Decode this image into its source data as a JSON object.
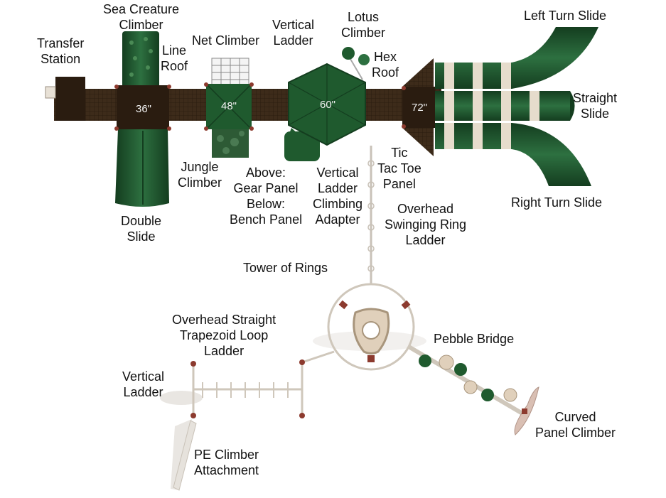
{
  "labels": {
    "transfer_station": [
      "Transfer",
      "Station"
    ],
    "sea_creature_climber": [
      "Sea Creature",
      "Climber"
    ],
    "line_roof": [
      "Line",
      "Roof"
    ],
    "net_climber": [
      "Net Climber"
    ],
    "vertical_ladder_top": [
      "Vertical",
      "Ladder"
    ],
    "lotus_climber": [
      "Lotus",
      "Climber"
    ],
    "hex_roof": [
      "Hex",
      "Roof"
    ],
    "left_turn_slide": [
      "Left Turn Slide"
    ],
    "straight_slide": [
      "Straight",
      "Slide"
    ],
    "right_turn_slide": [
      "Right Turn Slide"
    ],
    "tic_tac_toe_panel": [
      "Tic",
      "Tac Toe",
      "Panel"
    ],
    "double_slide": [
      "Double",
      "Slide"
    ],
    "jungle_climber": [
      "Jungle",
      "Climber"
    ],
    "gear_bench_panel": [
      "Above:",
      "Gear Panel",
      "Below:",
      "Bench Panel"
    ],
    "vertical_ladder_climbing_adapter": [
      "Vertical",
      "Ladder",
      "Climbing",
      "Adapter"
    ],
    "overhead_swinging_ring_ladder": [
      "Overhead",
      "Swinging Ring",
      "Ladder"
    ],
    "tower_of_rings": [
      "Tower of Rings"
    ],
    "overhead_straight_trapezoid_loop_ladder": [
      "Overhead Straight",
      "Trapezoid Loop",
      "Ladder"
    ],
    "pebble_bridge": [
      "Pebble Bridge"
    ],
    "vertical_ladder_bottom": [
      "Vertical",
      "Ladder"
    ],
    "curved_panel_climber": [
      "Curved",
      "Panel Climber"
    ],
    "pe_climber_attachment": [
      "PE Climber",
      "Attachment"
    ]
  },
  "deck_heights": {
    "deck_36": "36\"",
    "deck_48": "48\"",
    "deck_60": "60\"",
    "deck_72": "72\""
  },
  "colors": {
    "deck_brown": "#3d2b1a",
    "deck_brown_dark": "#2a1c10",
    "slide_green": "#1f5a2e",
    "slide_green_dark": "#143d1f",
    "tan": "#d8c8b0",
    "post_red": "#8c3a2e"
  }
}
